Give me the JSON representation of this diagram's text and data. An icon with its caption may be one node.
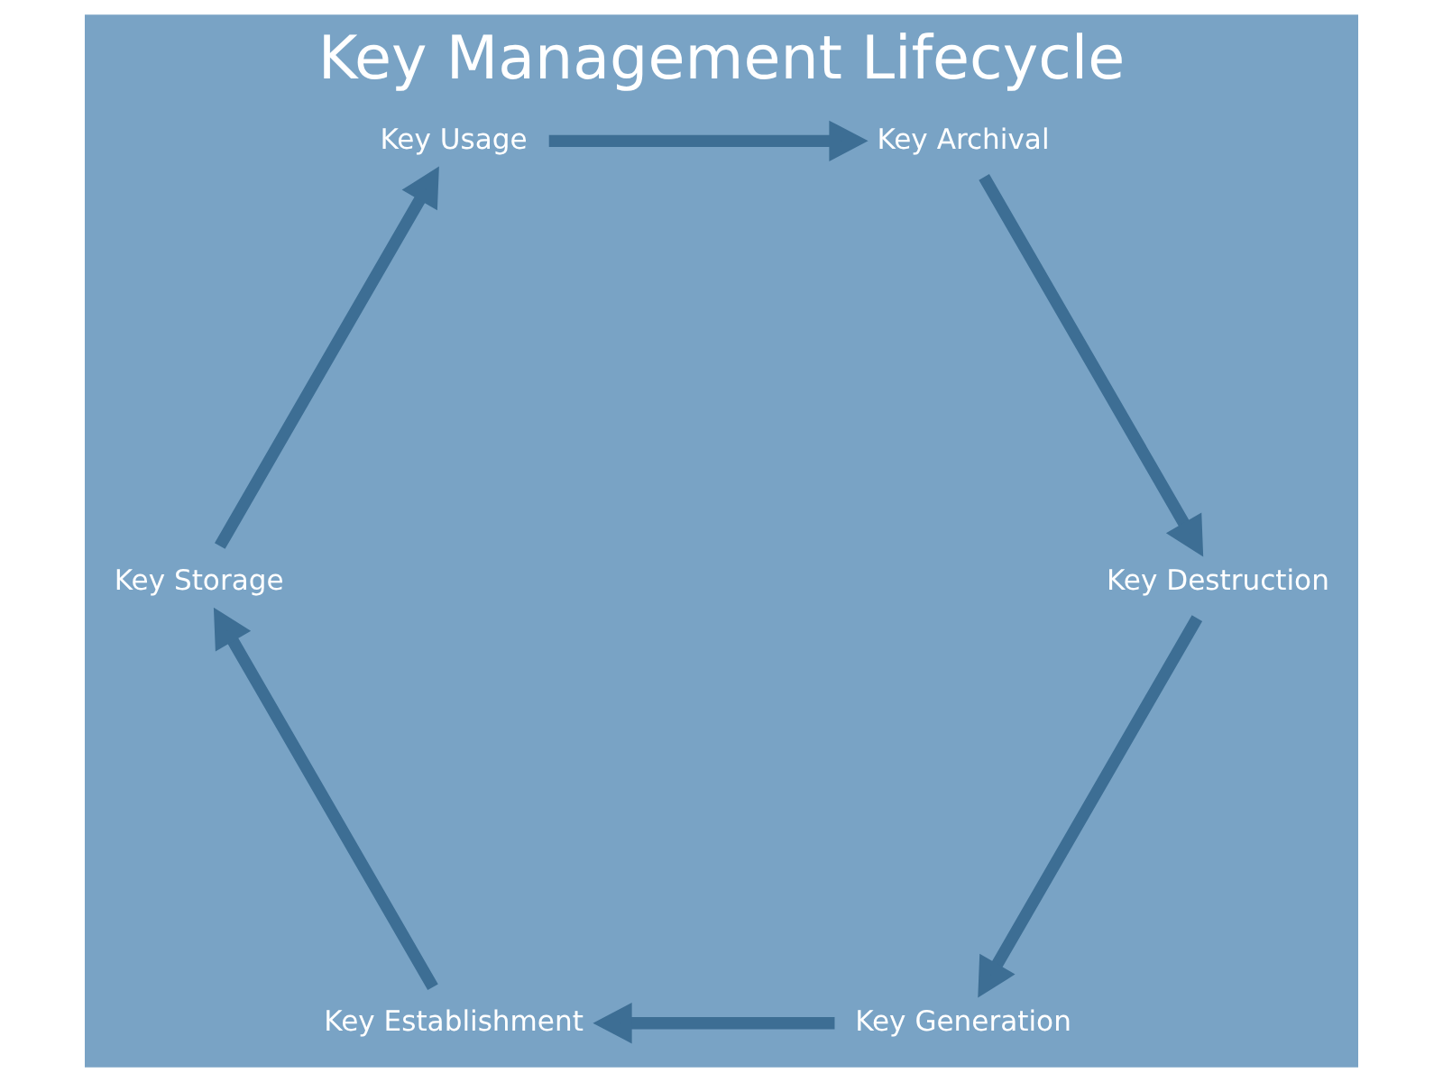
{
  "diagram": {
    "title": "Key Management Lifecycle",
    "nodes": [
      {
        "text": [
          "Key Generation"
        ]
      },
      {
        "text": [
          "Key Establishment"
        ]
      },
      {
        "text": [
          "Key Storage"
        ]
      },
      {
        "text": [
          "Key Usage"
        ]
      },
      {
        "text": [
          "Key Archival"
        ]
      },
      {
        "text": [
          "Key Destruction"
        ]
      }
    ],
    "edges": [
      {
        "from": 0,
        "to": 1,
        "arrow": "to"
      },
      {
        "from": 1,
        "to": 2,
        "arrow": "to"
      },
      {
        "from": 2,
        "to": 3,
        "arrow": "to"
      },
      {
        "from": 3,
        "to": 4,
        "arrow": "to"
      },
      {
        "from": 4,
        "to": 5,
        "arrow": "to"
      },
      {
        "from": 5,
        "to": 0,
        "arrow": "to"
      }
    ]
  }
}
